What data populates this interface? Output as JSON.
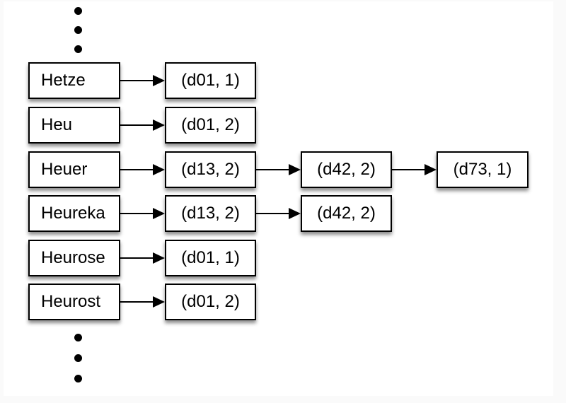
{
  "diagram": {
    "type": "inverted-index",
    "rows": [
      {
        "term": "Hetze",
        "postings": [
          "(d01, 1)"
        ]
      },
      {
        "term": "Heu",
        "postings": [
          "(d01, 2)"
        ]
      },
      {
        "term": "Heuer",
        "postings": [
          "(d13, 2)",
          "(d42, 2)",
          "(d73, 1)"
        ]
      },
      {
        "term": "Heureka",
        "postings": [
          "(d13, 2)",
          "(d42, 2)"
        ]
      },
      {
        "term": "Heurose",
        "postings": [
          "(d01, 1)"
        ]
      },
      {
        "term": "Heurost",
        "postings": [
          "(d01, 2)"
        ]
      }
    ],
    "ellipsis": {
      "top_dot_count": 3,
      "bottom_dot_count": 3,
      "symbol": "vertical-ellipsis"
    },
    "colors": {
      "page_background": "#fafafa",
      "slide_background": "#ffffff",
      "box_fill": "#ffffff",
      "box_border": "#000000",
      "text": "#000000",
      "arrow": "#000000",
      "shadow": "rgba(0,0,0,0.45)"
    }
  }
}
